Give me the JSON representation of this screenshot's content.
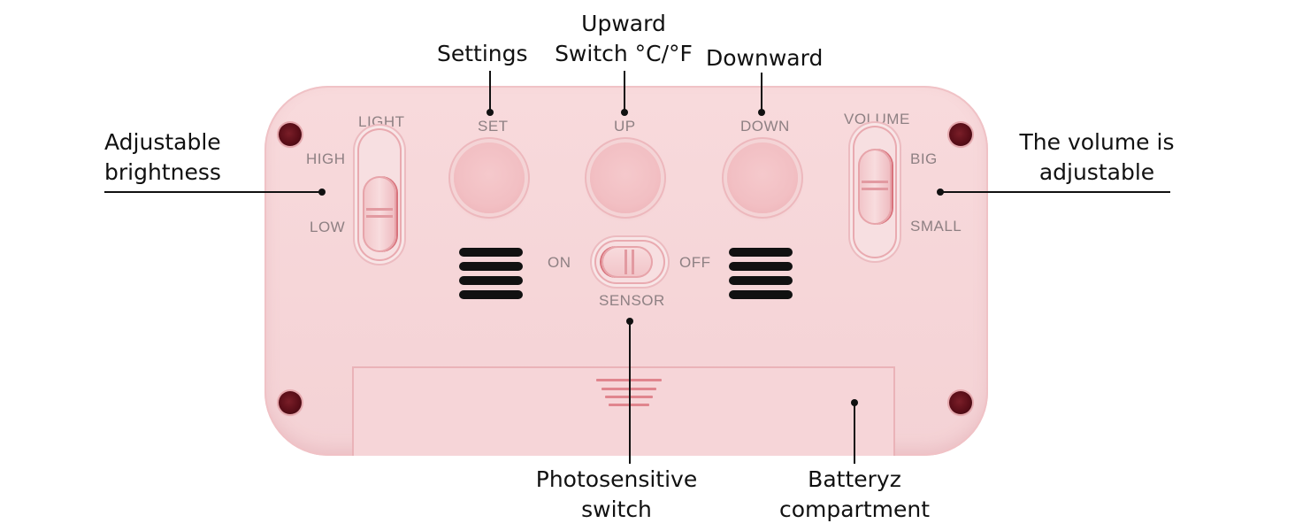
{
  "callouts": {
    "settings": "Settings",
    "upward_line1": "Upward",
    "upward_line2": "Switch °C/°F",
    "downward": "Downward",
    "brightness_line1": "Adjustable",
    "brightness_line2": "brightness",
    "volume_line1": "The volume is",
    "volume_line2": "adjustable",
    "photo_line1": "Photosensitive",
    "photo_line2": "switch",
    "battery_line1": "Batteryz",
    "battery_line2": "compartment"
  },
  "device_labels": {
    "light": "LIGHT",
    "high": "HIGH",
    "low": "LOW",
    "set": "SET",
    "up": "UP",
    "down": "DOWN",
    "volume": "VOLUME",
    "big": "BIG",
    "small": "SMALL",
    "on": "ON",
    "off": "OFF",
    "sensor": "SENSOR"
  },
  "colors": {
    "body": "#f6d6d9",
    "accent": "#d8737c",
    "screw": "#5a0e18",
    "text_callout": "#111111",
    "text_device": "#8e8083"
  }
}
